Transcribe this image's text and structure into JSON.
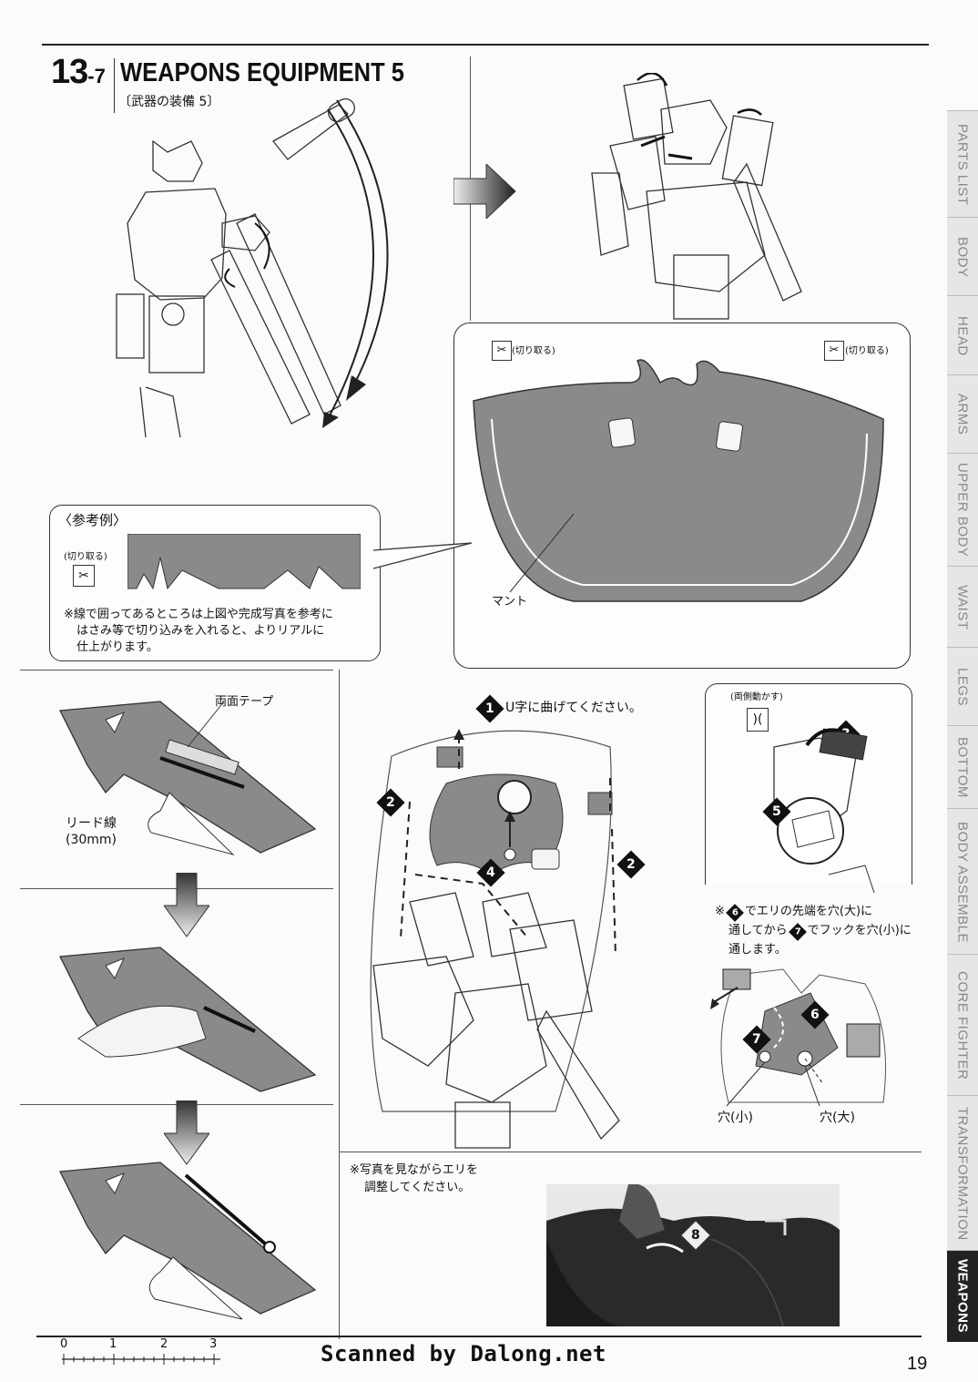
{
  "header": {
    "step_major": "13",
    "step_minor": "-7",
    "title": "WEAPONS EQUIPMENT 5",
    "subtitle": "〔武器の装備 5〕"
  },
  "cape_panel": {
    "cut_left": "(切り取る)",
    "cut_right": "(切り取る)",
    "mantle_label": "マント"
  },
  "reference": {
    "title": "〈参考例〉",
    "cut_label": "(切り取る)",
    "note_line1": "※線で囲ってあるところは上図や完成写真を参考に",
    "note_line2": "はさみ等で切り込みを入れると、よりリアルに",
    "note_line3": "仕上がります。"
  },
  "left_steps": {
    "tape_label": "両面テープ",
    "lead_label_line1": "リード線",
    "lead_label_line2": "(30mm)"
  },
  "center_steps": {
    "step1_text": "U字に曲げてください。",
    "num1": "1",
    "num2": "2",
    "num4": "4"
  },
  "right_steps": {
    "both_sides": "(両側動かす)",
    "num3": "3",
    "num5": "5",
    "note_line1a": "※",
    "note_num6": "6",
    "note_line1b": "でエリの先端を穴(大)に",
    "note_line2a": "通してから",
    "note_num7": "7",
    "note_line2b": "でフックを穴(小)に",
    "note_line3": "通します。",
    "hole_small": "穴(小)",
    "hole_large": "穴(大)",
    "num6": "6",
    "num7": "7"
  },
  "photo_panel": {
    "note_line1": "※写真を見ながらエリを",
    "note_line2": "調整してください。",
    "num8": "8"
  },
  "footer": {
    "ruler_0": "0",
    "ruler_1": "1",
    "ruler_2": "2",
    "ruler_3": "3",
    "scanned": "Scanned by Dalong.net",
    "page_number": "19"
  },
  "side_tabs": [
    {
      "label": "PARTS LIST"
    },
    {
      "label": "BODY"
    },
    {
      "label": "HEAD"
    },
    {
      "label": "ARMS"
    },
    {
      "label": "UPPER BODY"
    },
    {
      "label": "WAIST"
    },
    {
      "label": "LEGS"
    },
    {
      "label": "BOTTOM"
    },
    {
      "label": "BODY ASSEMBLE"
    },
    {
      "label": "CORE FIGHTER"
    },
    {
      "label": "TRANSFORMATION"
    },
    {
      "label": "WEAPONS"
    }
  ],
  "colors": {
    "mantle_fill": "#8a8a8a",
    "tab_active": "#222222",
    "tab_inactive": "#e6e6e6"
  }
}
